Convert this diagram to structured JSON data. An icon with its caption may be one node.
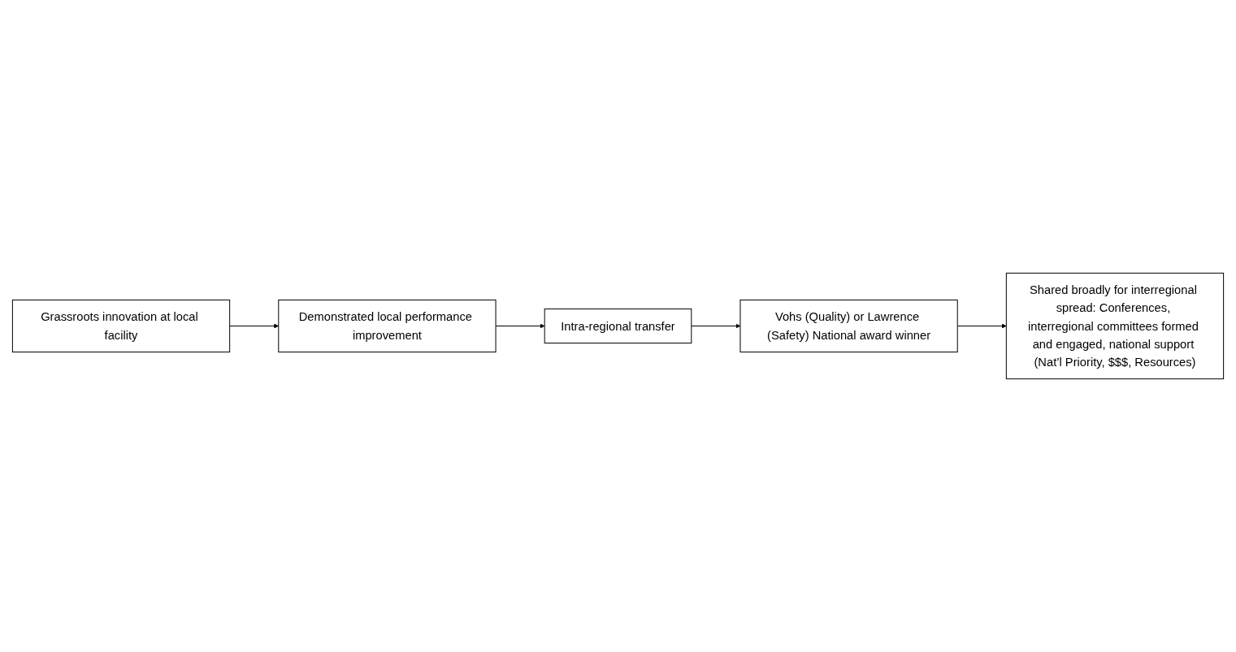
{
  "diagram": {
    "nodes": [
      {
        "text": [
          "Grassroots innovation at local facility"
        ]
      },
      {
        "text": [
          "Demonstrated local performance improvement"
        ]
      },
      {
        "text": [
          "Vohs (Quality) or Lawrence (Safety) National award winner"
        ]
      },
      {
        "text": [
          "Intra-regional transfer"
        ]
      },
      {
        "text": [
          "Shared broadly for interregional spread: Conferences, interregional committees formed and engaged, national support (Nat’l Priority, $$$, Resources)"
        ]
      }
    ],
    "edges": [
      {
        "from": 0,
        "to": 1,
        "arrow": "to"
      },
      {
        "from": 1,
        "to": 3,
        "arrow": "to"
      },
      {
        "from": 3,
        "to": 2,
        "arrow": "to"
      },
      {
        "from": 2,
        "to": 4,
        "arrow": "to"
      }
    ]
  }
}
